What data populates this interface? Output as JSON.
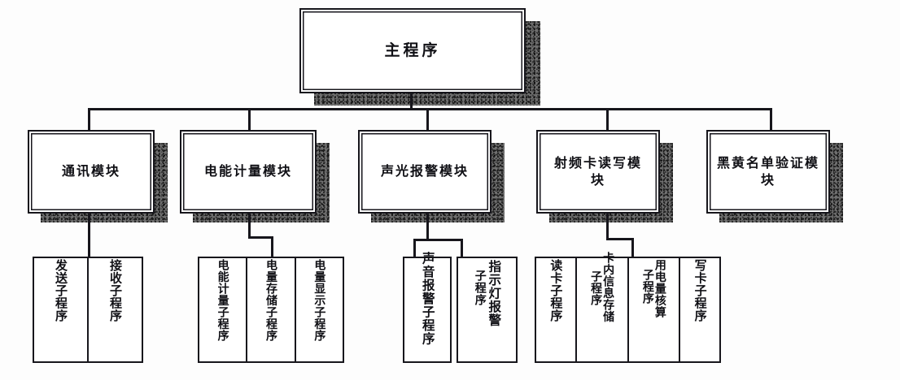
{
  "diagram": {
    "title_node": {
      "label": "主程序"
    },
    "modules": [
      {
        "name": "communication",
        "label": "通讯模块"
      },
      {
        "name": "energy-metering",
        "label": "电能计量模块"
      },
      {
        "name": "audible-visual-alarm",
        "label": "声光报警模块"
      },
      {
        "name": "rf-card-read-write",
        "label": "射频卡读写模块"
      },
      {
        "name": "blacklist-verification",
        "label": "黑黄名单验证模块"
      }
    ],
    "subroutines": {
      "communication": [
        {
          "name": "send-subroutine",
          "label": "发送子程序"
        },
        {
          "name": "receive-subroutine",
          "label": "接收子程序"
        }
      ],
      "energy_metering": [
        {
          "name": "energy-metering-subroutine",
          "label": "电能计量子程序"
        },
        {
          "name": "power-storage-subroutine",
          "label": "电量存储子程序"
        },
        {
          "name": "power-display-subroutine",
          "label": "电量显示子程序"
        }
      ],
      "alarm": [
        {
          "name": "sound-alarm-subroutine",
          "label": "声音报警子程序"
        },
        {
          "name": "indicator-lamp-alarm-subroutine",
          "label_main": "指示灯报警",
          "label_sub": "子程序"
        }
      ],
      "rf_card": [
        {
          "name": "read-card-subroutine",
          "label": "读卡子程序"
        },
        {
          "name": "card-info-storage-subroutine",
          "label_main": "卡内信息存储",
          "label_sub": "子程序"
        },
        {
          "name": "power-consumption-accounting-subroutine",
          "label_main": "用电量核算",
          "label_sub": "子程序"
        },
        {
          "name": "write-card-subroutine",
          "label": "写卡子程序"
        }
      ]
    },
    "colors": {
      "ink": "#17161c",
      "paper": "#fdfdfd",
      "shadow": "#6f6f6f"
    }
  }
}
